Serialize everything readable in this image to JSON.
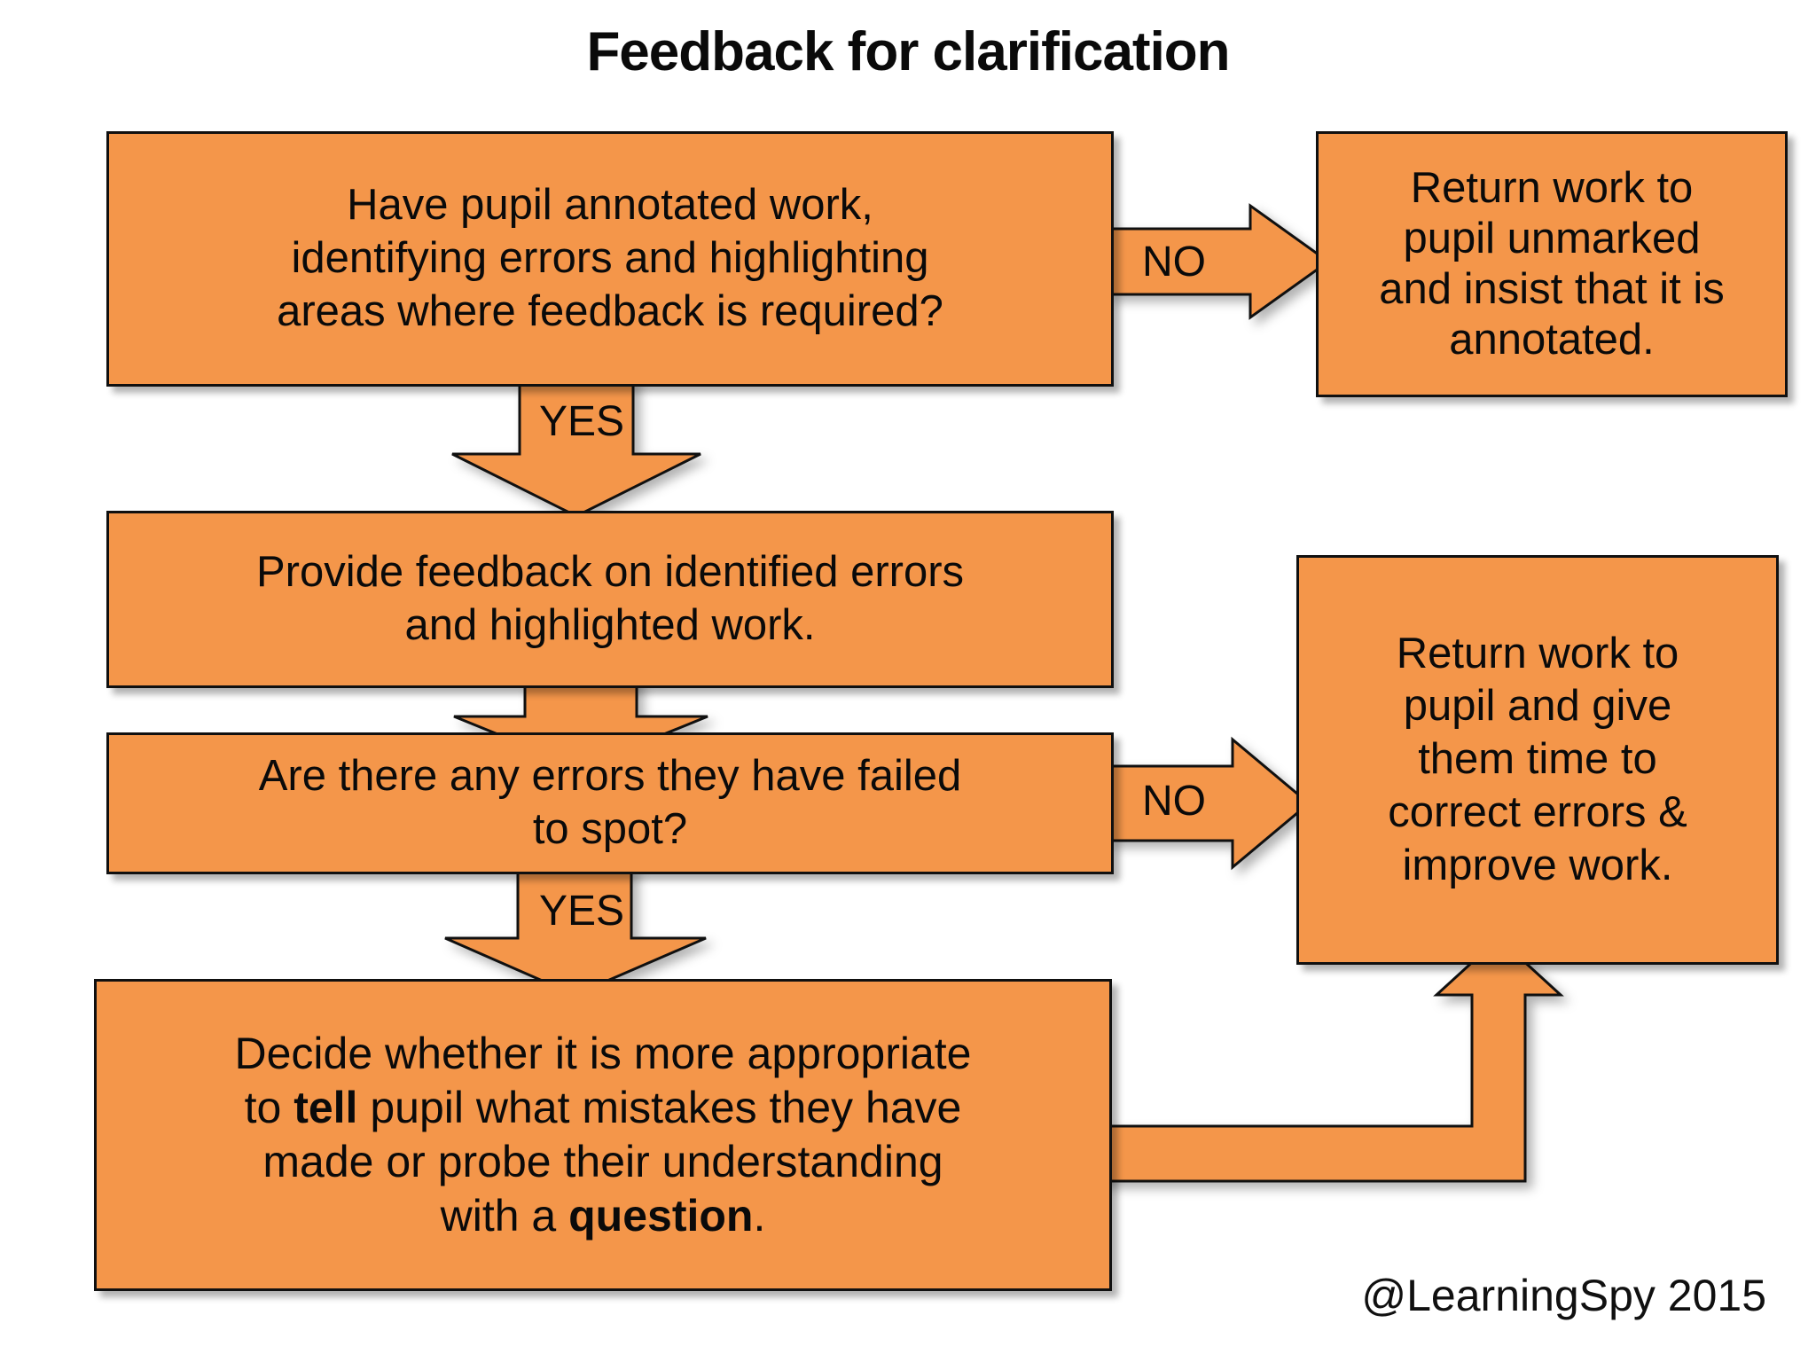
{
  "page": {
    "title": "Feedback for clarification",
    "credit": "@LearningSpy 2015",
    "background_color": "#FFFFFF",
    "accent_color": "#F4964A",
    "outline_color": "#101010",
    "text_color": "#0A0A0A"
  },
  "diagram": {
    "type": "flowchart",
    "nodes": [
      {
        "id": "annotated",
        "shape": "process-box",
        "text": "Have pupil annotated work, identifying errors and highlighting areas where feedback is required?",
        "lines": [
          "Have pupil annotated work,",
          "identifying errors and highlighting",
          "areas where feedback is required?"
        ]
      },
      {
        "id": "return-unmarked",
        "shape": "process-box",
        "text": "Return work to pupil unmarked and insist that it is annotated.",
        "lines": [
          "Return work to",
          "pupil unmarked",
          "and insist that it is",
          "annotated."
        ]
      },
      {
        "id": "provide-feedback",
        "shape": "process-box",
        "text": "Provide feedback on identified errors and highlighted work.",
        "lines": [
          "Provide feedback on identified errors",
          "and highlighted work."
        ]
      },
      {
        "id": "errors-failed",
        "shape": "process-box",
        "text": "Are there any errors they have failed to spot?",
        "lines": [
          "Are there any errors they have failed",
          "to spot?"
        ]
      },
      {
        "id": "return-correct",
        "shape": "process-box",
        "text": "Return work to pupil and give them time to correct errors & improve work.",
        "lines": [
          "Return work to",
          "pupil and give",
          "them time to",
          "correct errors &",
          "improve work."
        ]
      },
      {
        "id": "decide",
        "shape": "process-box",
        "text": "Decide whether it is more appropriate to tell pupil what mistakes they have made or probe their understanding with a question.",
        "rich_lines": [
          [
            {
              "t": "Decide whether it is more appropriate",
              "b": false
            }
          ],
          [
            {
              "t": "to ",
              "b": false
            },
            {
              "t": "tell",
              "b": true
            },
            {
              "t": " pupil what mistakes they have",
              "b": false
            }
          ],
          [
            {
              "t": "made or probe their understanding",
              "b": false
            }
          ],
          [
            {
              "t": "with a ",
              "b": false
            },
            {
              "t": "question",
              "b": true
            },
            {
              "t": ".",
              "b": false
            }
          ]
        ]
      }
    ],
    "edges": [
      {
        "id": "edge-annotated-no",
        "label": "NO",
        "from": "annotated",
        "to": "return-unmarked",
        "direction": "right"
      },
      {
        "id": "edge-annotated-yes",
        "label": "YES",
        "from": "annotated",
        "to": "provide-feedback",
        "direction": "down"
      },
      {
        "id": "edge-feedback-to-errors",
        "label": "",
        "from": "provide-feedback",
        "to": "errors-failed",
        "direction": "down"
      },
      {
        "id": "edge-errors-no",
        "label": "NO",
        "from": "errors-failed",
        "to": "return-correct",
        "direction": "right"
      },
      {
        "id": "edge-errors-yes",
        "label": "YES",
        "from": "errors-failed",
        "to": "decide",
        "direction": "down"
      },
      {
        "id": "edge-decide-to-return",
        "label": "",
        "from": "decide",
        "to": "return-correct",
        "direction": "right-then-up"
      }
    ]
  }
}
